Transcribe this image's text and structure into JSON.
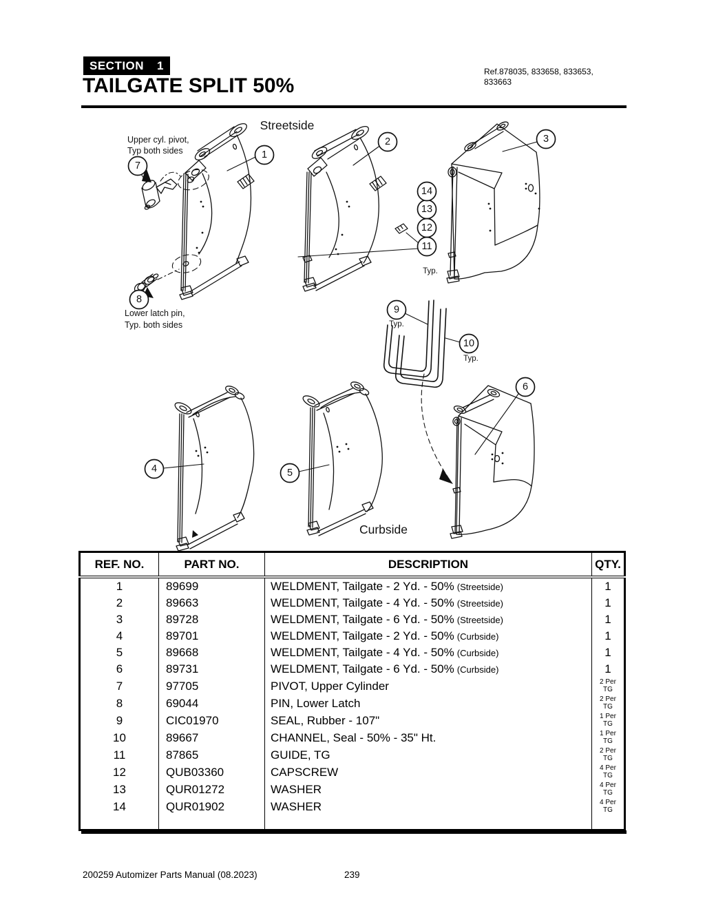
{
  "header": {
    "section_label": "SECTION",
    "section_number": "1",
    "title": "TAILGATE SPLIT 50%",
    "ref_text": "Ref.878035, 833658, 833653,\n833663"
  },
  "diagram": {
    "labels": {
      "streetside": "Streetside",
      "curbside": "Curbside",
      "upper_note_line1": "Upper cyl. pivot,",
      "upper_note_line2": "Typ both sides",
      "lower_note_line1": "Lower latch pin,",
      "lower_note_line2": "Typ. both sides",
      "typ9": "Typ.",
      "typ10": "Typ.",
      "typ11": "Typ."
    },
    "callouts": {
      "c1": "1",
      "c2": "2",
      "c3": "3",
      "c4": "4",
      "c5": "5",
      "c6": "6",
      "c7": "7",
      "c8": "8",
      "c9": "9",
      "c10": "10",
      "c11": "11",
      "c12": "12",
      "c13": "13",
      "c14": "14"
    }
  },
  "table": {
    "headers": {
      "ref": "REF. NO.",
      "part": "PART NO.",
      "desc": "DESCRIPTION",
      "qty": "QTY."
    },
    "rows": [
      {
        "ref": "1",
        "part": "89699",
        "desc": "WELDMENT, Tailgate - 2 Yd. - 50%",
        "note": "(Streetside)",
        "qty": "1"
      },
      {
        "ref": "2",
        "part": "89663",
        "desc": "WELDMENT, Tailgate - 4 Yd. - 50%",
        "note": "(Streetside)",
        "qty": "1"
      },
      {
        "ref": "3",
        "part": "89728",
        "desc": "WELDMENT, Tailgate - 6 Yd. - 50%",
        "note": "(Streetside)",
        "qty": "1"
      },
      {
        "ref": "4",
        "part": "89701",
        "desc": "WELDMENT, Tailgate - 2 Yd. - 50%",
        "note": "(Curbside)",
        "qty": "1"
      },
      {
        "ref": "5",
        "part": "89668",
        "desc": "WELDMENT, Tailgate - 4 Yd. - 50%",
        "note": "(Curbside)",
        "qty": "1"
      },
      {
        "ref": "6",
        "part": "89731",
        "desc": "WELDMENT, Tailgate - 6 Yd. - 50%",
        "note": "(Curbside)",
        "qty": "1"
      },
      {
        "ref": "7",
        "part": "97705",
        "desc": "PIVOT, Upper Cylinder",
        "note": "",
        "qty": "2 Per\nTG"
      },
      {
        "ref": "8",
        "part": "69044",
        "desc": "PIN, Lower Latch",
        "note": "",
        "qty": "2 Per\nTG"
      },
      {
        "ref": "9",
        "part": "CIC01970",
        "desc": "SEAL, Rubber - 107\"",
        "note": "",
        "qty": "1 Per\nTG"
      },
      {
        "ref": "10",
        "part": "89667",
        "desc": "CHANNEL, Seal - 50% - 35\" Ht.",
        "note": "",
        "qty": "1 Per\nTG"
      },
      {
        "ref": "11",
        "part": "87865",
        "desc": "GUIDE, TG",
        "note": "",
        "qty": "2 Per\nTG"
      },
      {
        "ref": "12",
        "part": "QUB03360",
        "desc": "CAPSCREW",
        "note": "",
        "qty": "4 Per\nTG"
      },
      {
        "ref": "13",
        "part": "QUR01272",
        "desc": "WASHER",
        "note": "",
        "qty": "4 Per\nTG"
      },
      {
        "ref": "14",
        "part": "QUR01902",
        "desc": "WASHER",
        "note": "",
        "qty": "4 Per\nTG"
      }
    ]
  },
  "footer": {
    "left": "200259 Automizer Parts Manual (08.2023)",
    "page": "239"
  },
  "colors": {
    "ink": "#000000",
    "paper": "#ffffff"
  }
}
